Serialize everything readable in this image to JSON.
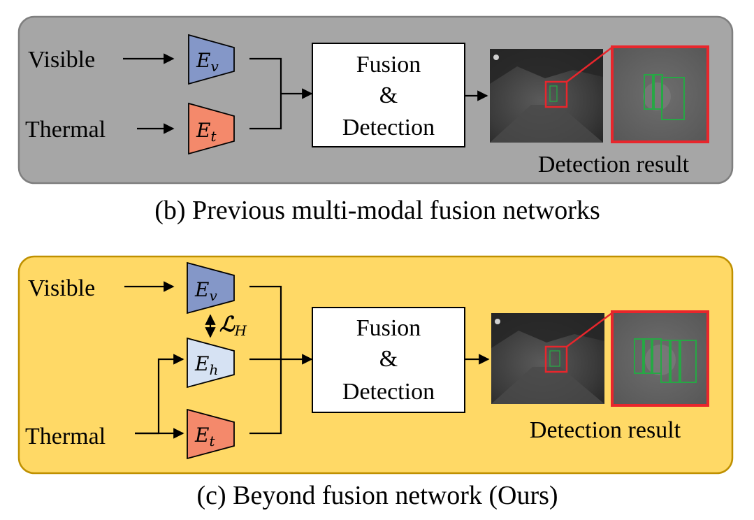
{
  "colors": {
    "panel_b_fill": "#a6a6a6",
    "panel_b_border": "#7f7f7f",
    "panel_c_fill": "#ffd966",
    "panel_c_border": "#bf9000",
    "encoder_visible": "#8497c8",
    "encoder_thermal": "#f4896b",
    "encoder_hybrid": "#d6e2f3",
    "box_red": "#e8262c",
    "box_green": "#27a745"
  },
  "panel_b": {
    "caption": "(b) Previous multi-modal fusion networks",
    "input_visible": "Visible",
    "input_thermal": "Thermal",
    "encoder_v": {
      "base": "E",
      "sub": "v"
    },
    "encoder_t": {
      "base": "E",
      "sub": "t"
    },
    "fusion_line1": "Fusion",
    "fusion_line2": "&",
    "fusion_line3": "Detection",
    "result_label": "Detection result"
  },
  "panel_c": {
    "caption": "(c) Beyond fusion network (Ours)",
    "input_visible": "Visible",
    "input_thermal": "Thermal",
    "encoder_v": {
      "base": "E",
      "sub": "v"
    },
    "encoder_h": {
      "base": "E",
      "sub": "h"
    },
    "encoder_t": {
      "base": "E",
      "sub": "t"
    },
    "loss": {
      "base": "ℒ",
      "sub": "H"
    },
    "fusion_line1": "Fusion",
    "fusion_line2": "&",
    "fusion_line3": "Detection",
    "result_label": "Detection result"
  }
}
